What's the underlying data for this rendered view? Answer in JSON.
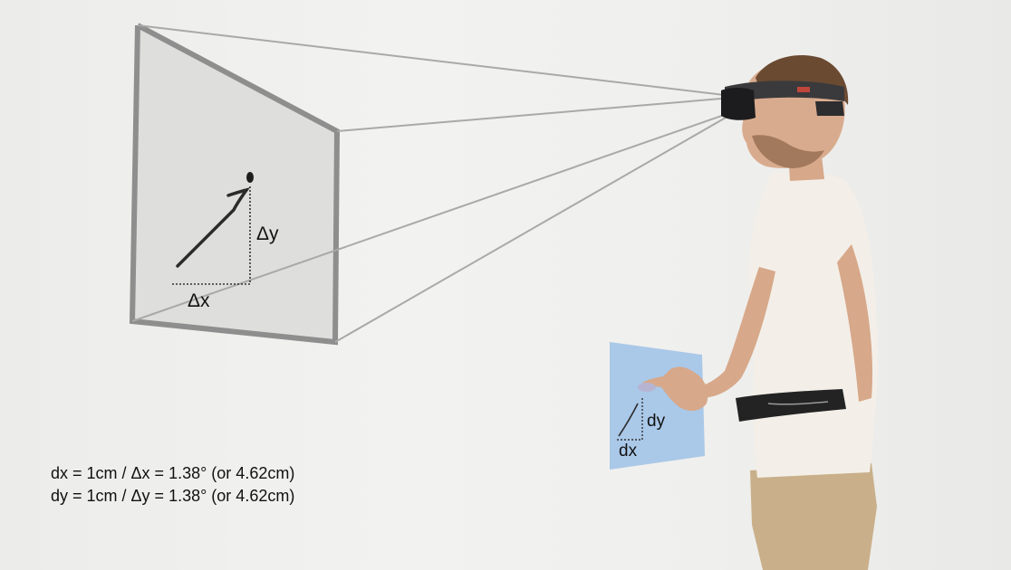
{
  "labels": {
    "delta_y": "Δy",
    "delta_x": "Δx",
    "dy": "dy",
    "dx": "dx"
  },
  "formulas": [
    "dx = 1cm / Δx = 1.38° (or 4.62cm)",
    "dy = 1cm / Δy = 1.38° (or 4.62cm)"
  ],
  "colors": {
    "wall": "#efefed",
    "virtual_screen": "#dededc",
    "frame": "#8a8a8a",
    "touch_pad": "#aac8e8",
    "shirt": "#f3efe8",
    "pants": "#c9b08a",
    "skin": "#d7a88a",
    "hair": "#6b4a32"
  },
  "icons": [
    "hololens-headset",
    "waist-belt"
  ]
}
